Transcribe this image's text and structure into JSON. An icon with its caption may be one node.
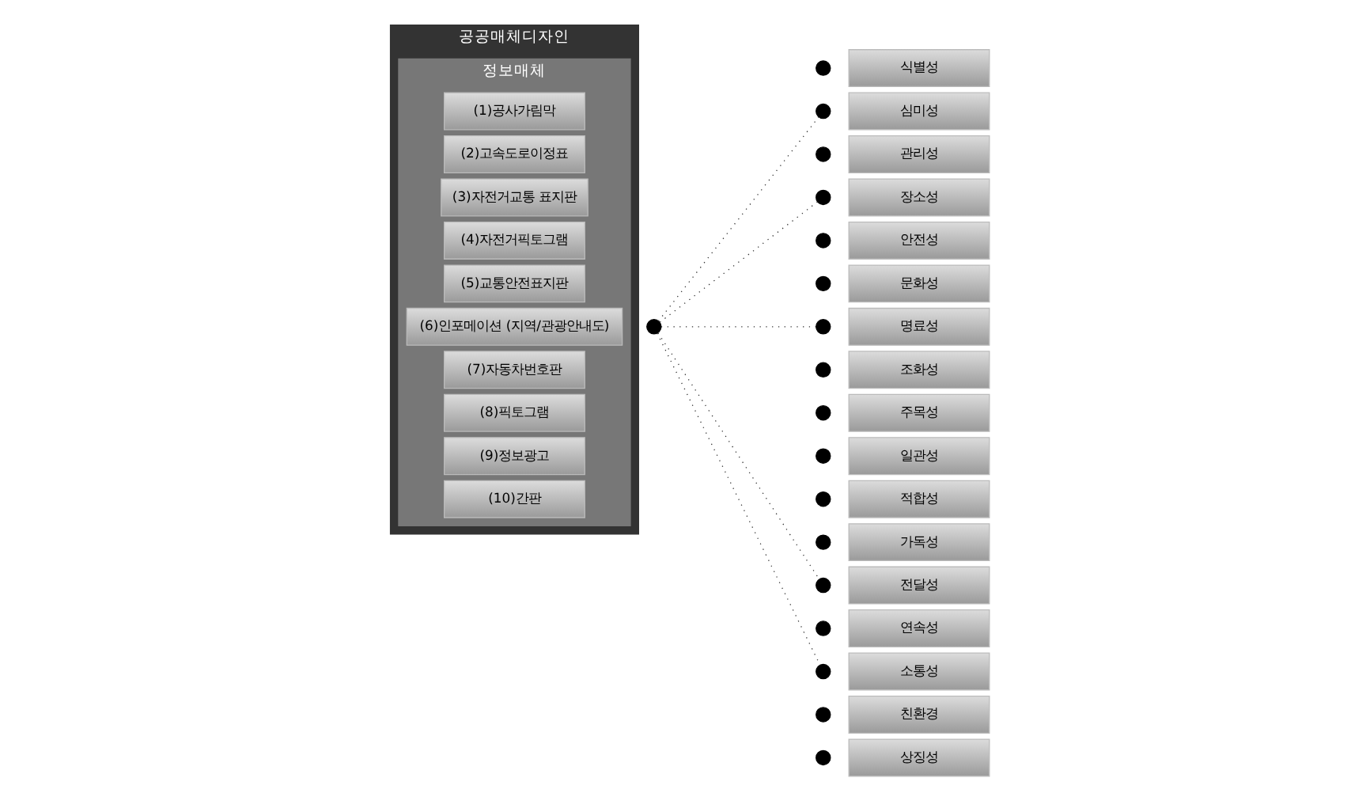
{
  "diagram": {
    "nodes": [
      {
        "text": [
          "공공매체디자인"
        ]
      },
      {
        "text": [
          "정보매체"
        ],
        "in": 0
      },
      {
        "text": [
          "(1)공사가림막"
        ],
        "in": 1
      },
      {
        "text": [
          "(2)고속도로이정표"
        ],
        "in": 1
      },
      {
        "text": [
          "(3)자전거교통 표지판"
        ],
        "in": 1
      },
      {
        "text": [
          "(4)자전거픽토그램"
        ],
        "in": 1
      },
      {
        "text": [
          "(5)교통안전표지판"
        ],
        "in": 1
      },
      {
        "text": [
          "(6)인포메이션 (지역/관광안내도)"
        ],
        "in": 1
      },
      {
        "text": [
          "(7)자동차번호판"
        ],
        "in": 1
      },
      {
        "text": [
          "(8)픽토그램"
        ],
        "in": 1
      },
      {
        "text": [
          "(9)정보광고"
        ],
        "in": 1
      },
      {
        "text": [
          "(10)간판"
        ],
        "in": 1
      },
      {
        "text": [],
        "shape": "circle"
      },
      {
        "text": [],
        "shape": "circle"
      },
      {
        "text": [
          "식별성"
        ]
      },
      {
        "text": [],
        "shape": "circle"
      },
      {
        "text": [
          "심미성"
        ]
      },
      {
        "text": [],
        "shape": "circle"
      },
      {
        "text": [
          "관리성"
        ]
      },
      {
        "text": [],
        "shape": "circle"
      },
      {
        "text": [
          "장소성"
        ]
      },
      {
        "text": [],
        "shape": "circle"
      },
      {
        "text": [
          "안전성"
        ]
      },
      {
        "text": [],
        "shape": "circle"
      },
      {
        "text": [
          "문화성"
        ]
      },
      {
        "text": [],
        "shape": "circle"
      },
      {
        "text": [
          "명료성"
        ]
      },
      {
        "text": [],
        "shape": "circle"
      },
      {
        "text": [
          "조화성"
        ]
      },
      {
        "text": [],
        "shape": "circle"
      },
      {
        "text": [
          "주목성"
        ]
      },
      {
        "text": [],
        "shape": "circle"
      },
      {
        "text": [
          "일관성"
        ]
      },
      {
        "text": [],
        "shape": "circle"
      },
      {
        "text": [
          "적합성"
        ]
      },
      {
        "text": [],
        "shape": "circle"
      },
      {
        "text": [
          "가독성"
        ]
      },
      {
        "text": [],
        "shape": "circle"
      },
      {
        "text": [
          "전달성"
        ]
      },
      {
        "text": [],
        "shape": "circle"
      },
      {
        "text": [
          "연속성"
        ]
      },
      {
        "text": [],
        "shape": "circle"
      },
      {
        "text": [
          "소통성"
        ]
      },
      {
        "text": [],
        "shape": "circle"
      },
      {
        "text": [
          "친환경"
        ]
      },
      {
        "text": [],
        "shape": "circle"
      },
      {
        "text": [
          "상징성"
        ]
      }
    ],
    "edges": [
      {
        "from": 12,
        "to": 15,
        "arrow": "none",
        "style": "dashed"
      },
      {
        "from": 12,
        "to": 19,
        "arrow": "none",
        "style": "dashed"
      },
      {
        "from": 12,
        "to": 25,
        "arrow": "none",
        "style": "dashed"
      },
      {
        "from": 12,
        "to": 37,
        "arrow": "none",
        "style": "dashed"
      },
      {
        "from": 12,
        "to": 41,
        "arrow": "none",
        "style": "dashed"
      }
    ]
  }
}
